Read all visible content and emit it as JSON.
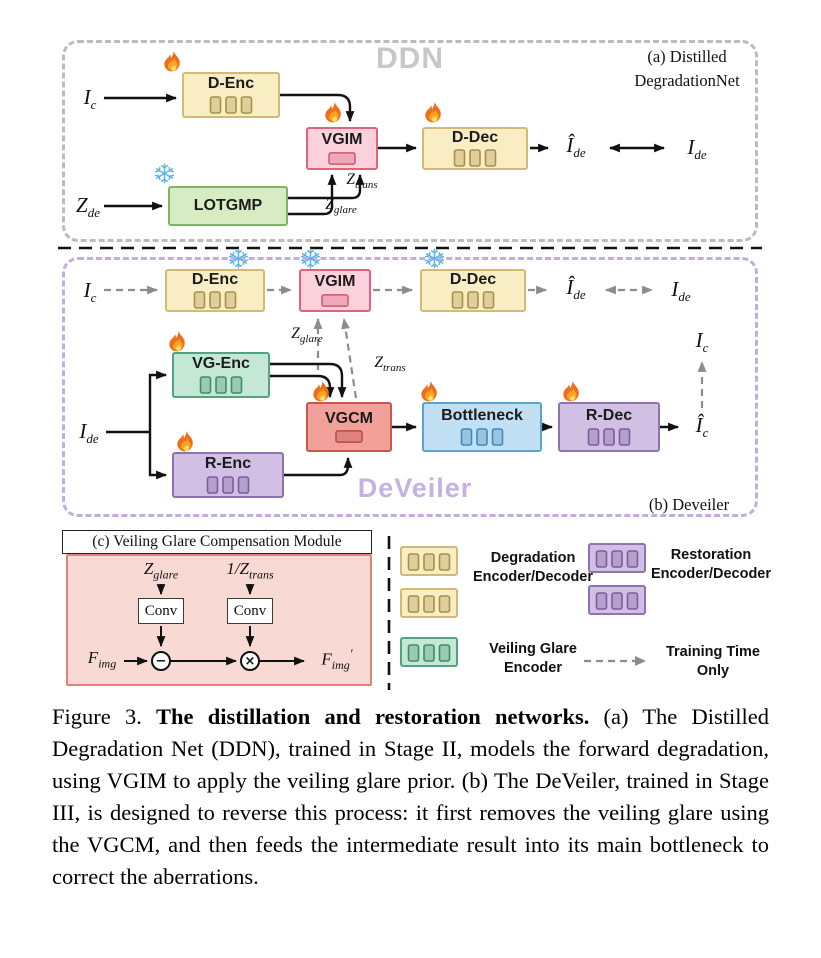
{
  "colors": {
    "degradation_fill": "#f8edc3",
    "degradation_border": "#d3ba74",
    "green_fill": "#d8ecc3",
    "green_border": "#7eb55f",
    "pink_fill": "#fbd2db",
    "pink_border": "#e06379",
    "teal_fill": "#c5e7d5",
    "teal_border": "#53a281",
    "purple_fill": "#d2c0e4",
    "purple_border": "#8f72b1",
    "salmon_fill": "#f1a09a",
    "salmon_border": "#cc564d",
    "blue_fill": "#c2e0f3",
    "blue_border": "#5ba3d3",
    "panel_pink_fill": "#f9d9d3",
    "panel_pink_border": "#dd8478",
    "ddn_border": "#bcbcbc",
    "ddn_title": "#c7c7c7",
    "deveiler_border": "#c3addf",
    "deveiler_title": "#c6b2e0",
    "dashed_arrow": "#8c8c8c"
  },
  "ddn": {
    "title": "DDN",
    "panel_tag": [
      "(a) Distilled",
      "DegradationNet"
    ],
    "modules": {
      "d_enc": "D-Enc",
      "vgim": "VGIM",
      "d_dec": "D-Dec",
      "lotgmp": "LOTGMP"
    },
    "vars": {
      "ic": {
        "b": "I",
        "s": "c"
      },
      "zde": {
        "b": "Z",
        "s": "de"
      },
      "ztrans": {
        "b": "Z",
        "s": "trans"
      },
      "zglare": {
        "b": "Z",
        "s": "glare"
      },
      "ide_hat": {
        "b": "Î",
        "s": "de"
      },
      "ide": {
        "b": "I",
        "s": "de"
      }
    }
  },
  "deveiler": {
    "title": "DeVeiler",
    "panel_tag": "(b) Deveiler",
    "modules": {
      "d_enc": "D-Enc",
      "vgim": "VGIM",
      "d_dec": "D-Dec",
      "vg_enc": "VG-Enc",
      "r_enc": "R-Enc",
      "vgcm": "VGCM",
      "bottleneck": "Bottleneck",
      "r_dec": "R-Dec"
    },
    "vars": {
      "ic_left": {
        "b": "I",
        "s": "c"
      },
      "ide_hat_top": {
        "b": "Î",
        "s": "de"
      },
      "ide_top": {
        "b": "I",
        "s": "de"
      },
      "ic_right": {
        "b": "I",
        "s": "c"
      },
      "zglare": {
        "b": "Z",
        "s": "glare"
      },
      "ztrans": {
        "b": "Z",
        "s": "trans"
      },
      "ide_left": {
        "b": "I",
        "s": "de"
      },
      "ic_hat": {
        "b": "Î",
        "s": "c"
      }
    }
  },
  "vgcm_panel": {
    "title": "(c) Veiling Glare Compensation Module",
    "conv": "Conv",
    "vars": {
      "zglare": {
        "b": "Z",
        "s": "glare"
      },
      "inv_ztrans": {
        "b": "1/Z",
        "s": "trans"
      },
      "fimg": {
        "b": "F",
        "s": "img"
      },
      "fimg_out": {
        "b": "F",
        "s": "img",
        "p": "′"
      }
    },
    "ops": {
      "subtract": "−",
      "multiply": "×"
    }
  },
  "legend": {
    "items": [
      {
        "label1": "Degradation",
        "label2": "Encoder/Decoder"
      },
      {
        "label1": "Restoration",
        "label2": "Encoder/Decoder"
      },
      {
        "label1": "Veiling Glare",
        "label2": "Encoder"
      },
      {
        "label1": "Training Time",
        "label2": "Only"
      }
    ]
  },
  "caption": {
    "prefix": "Figure 3.",
    "title": "The distillation and restoration networks.",
    "body": "(a) The Distilled Degradation Net (DDN), trained in Stage II, models the forward degradation, using VGIM to apply the veiling glare prior. (b) The DeVeiler, trained in Stage III, is designed to reverse this process: it first removes the veiling glare using the VGCM, and then feeds the intermediate result into its main bottleneck to correct the aberrations."
  }
}
